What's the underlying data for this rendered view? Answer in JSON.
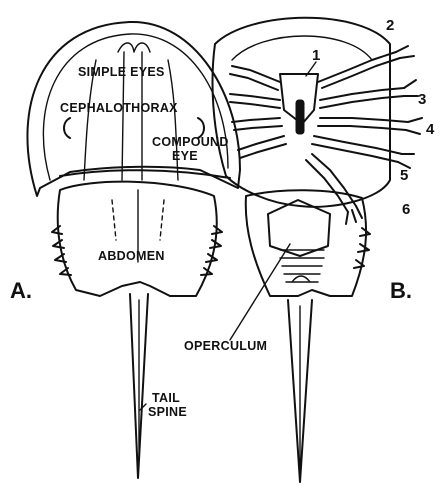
{
  "figure_a": {
    "letter": "A.",
    "labels": {
      "simple_eyes": "SIMPLE EYES",
      "cephalothorax": "CEPHALOTHORAX",
      "compound_eye_line1": "COMPOUND",
      "compound_eye_line2": "EYE",
      "abdomen": "ABDOMEN",
      "tail_line1": "TAIL",
      "tail_line2": "SPINE"
    }
  },
  "figure_b": {
    "letter": "B.",
    "labels": {
      "operculum": "OPERCULUM"
    },
    "appendage_numbers": [
      "1",
      "2",
      "3",
      "4",
      "5",
      "6"
    ]
  },
  "colors": {
    "ink": "#111111",
    "paper": "#ffffff"
  }
}
